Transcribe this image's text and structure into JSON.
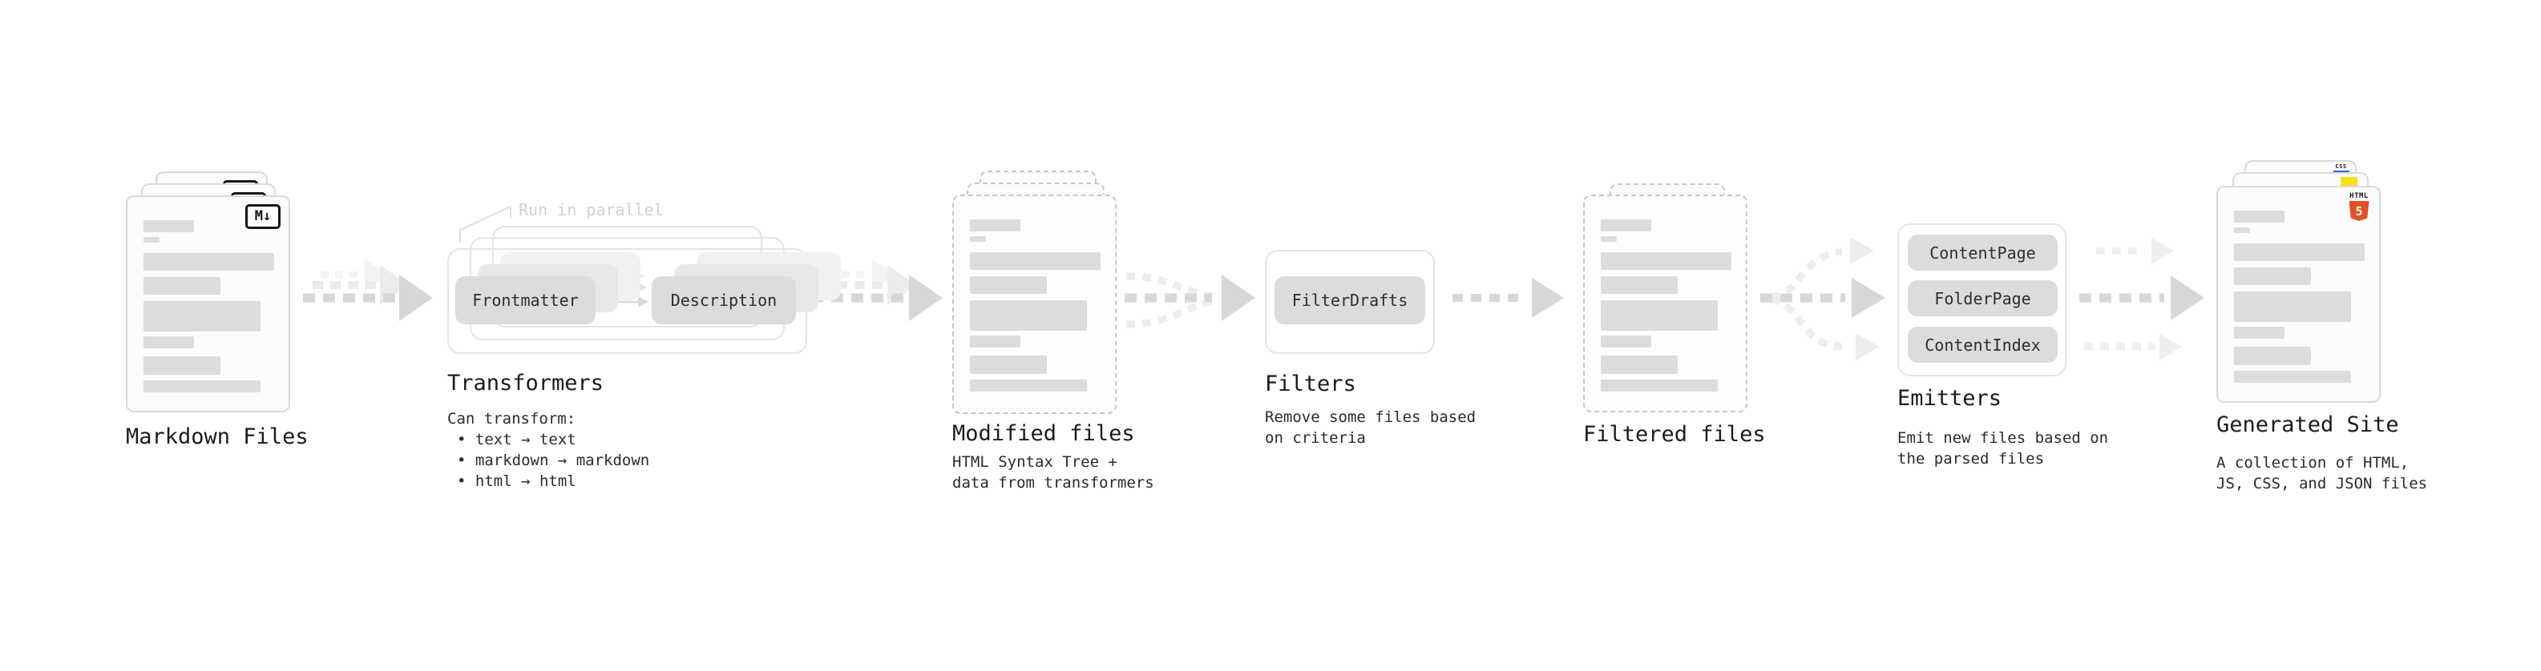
{
  "diagram": {
    "markdown_files": {
      "title": "Markdown Files",
      "icon_label": "M↓"
    },
    "transformers": {
      "title": "Transformers",
      "note": "Run in parallel",
      "pill_frontmatter": "Frontmatter",
      "pill_description": "Description",
      "desc_heading": "Can transform:",
      "bullets": [
        "• text → text",
        "• markdown → markdown",
        "• html → html"
      ]
    },
    "modified_files": {
      "title": "Modified files",
      "desc_line1": "HTML Syntax Tree +",
      "desc_line2": "data from transformers"
    },
    "filters": {
      "title": "Filters",
      "pill": "FilterDrafts",
      "desc_line1": "Remove some files based",
      "desc_line2": "on criteria"
    },
    "filtered_files": {
      "title": "Filtered files"
    },
    "emitters": {
      "title": "Emitters",
      "pills": [
        "ContentPage",
        "FolderPage",
        "ContentIndex"
      ],
      "desc_line1": "Emit new files based on",
      "desc_line2": "the parsed files"
    },
    "generated_site": {
      "title": "Generated Site",
      "desc_line1": "A collection of HTML,",
      "desc_line2": "JS, CSS, and JSON files",
      "html5_icon_text": "HTML",
      "html5_icon_number": "5",
      "css_icon_text": "CSS"
    },
    "colors": {
      "html5_orange": "#E34F26",
      "js_yellow": "#F7DF1E",
      "css_blue": "#2E63F7",
      "arrow_main": "#d7d7d7",
      "arrow_light": "#ececec"
    }
  }
}
